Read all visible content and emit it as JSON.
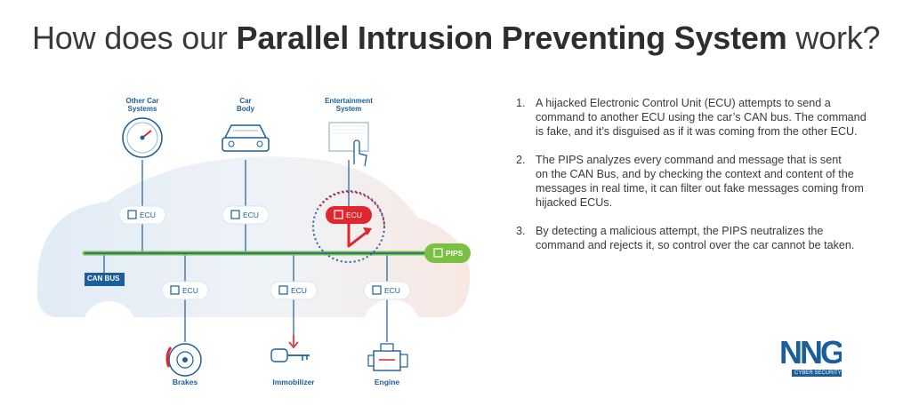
{
  "title": {
    "prefix": "How does our ",
    "bold": "Parallel Intrusion Preventing System",
    "suffix": " work?"
  },
  "diagram": {
    "top_labels": [
      "Other Car\nSystems",
      "Car\nBody",
      "Entertainment\nSystem"
    ],
    "bottom_labels": [
      "Brakes",
      "Immobilizer",
      "Engine"
    ],
    "ecu_label": "ECU",
    "can_bus_label": "CAN BUS",
    "pips_label": "PIPS"
  },
  "steps": [
    {
      "num": "1.",
      "text": "A hijacked Electronic Control Unit (ECU) attempts to send a command to another ECU using the car’s CAN bus. The command is fake, and it’s disguised as if it was coming from the other ECU."
    },
    {
      "num": "2.",
      "text": "The PIPS analyzes every command and message that is sent     on the CAN Bus, and by checking the context and content of the messages in real time, it can filter out fake messages coming from hijacked ECUs."
    },
    {
      "num": "3.",
      "text": "By detecting a malicious attempt, the PIPS neutralizes the command and rejects it, so control over the car cannot be taken."
    }
  ],
  "logo": {
    "letters": "NNG",
    "tagline": "CYBER SECURITY"
  },
  "colors": {
    "blue": "#1a5e9a",
    "green": "#7ac143",
    "red": "#e0262e",
    "text": "#3a3a3a"
  }
}
